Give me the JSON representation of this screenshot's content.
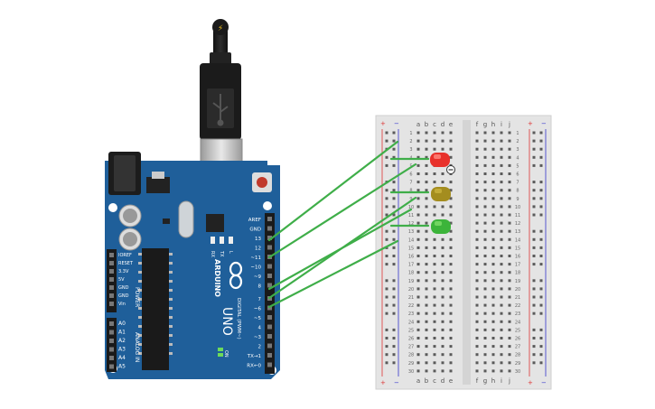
{
  "arduino": {
    "brand": "ARDUINO",
    "model": "UNO",
    "digital_label": "DIGITAL (PWM~)",
    "power_label": "POWER",
    "analog_label": "ANALOG IN",
    "on_label": "ON",
    "rx_label": "RX",
    "tx_label": "TX",
    "l_label": "L",
    "digital_pins": [
      "AREF",
      "GND",
      "13",
      "12",
      "~11",
      "~10",
      "~9",
      "8",
      "7",
      "~6",
      "~5",
      "4",
      "~3",
      "2",
      "TX→1",
      "RX←0"
    ],
    "power_pins": [
      "IOREF",
      "RESET",
      "3.3V",
      "5V",
      "GND",
      "GND",
      "Vin"
    ],
    "analog_pins": [
      "A0",
      "A1",
      "A2",
      "A3",
      "A4",
      "A5"
    ]
  },
  "breadboard": {
    "columns_left": [
      "a",
      "b",
      "c",
      "d",
      "e"
    ],
    "columns_right": [
      "f",
      "g",
      "h",
      "i",
      "j"
    ],
    "rows": [
      "1",
      "2",
      "3",
      "4",
      "5",
      "6",
      "7",
      "8",
      "9",
      "10",
      "11",
      "12",
      "13",
      "14",
      "15",
      "16",
      "17",
      "18",
      "19",
      "20",
      "21",
      "22",
      "23",
      "24",
      "25",
      "26",
      "27",
      "28",
      "29",
      "30"
    ],
    "plus": "+",
    "minus": "−"
  },
  "components": {
    "leds": [
      {
        "name": "red-led",
        "color": "#e8312b"
      },
      {
        "name": "yellow-led",
        "color": "#a48d1f"
      },
      {
        "name": "green-led",
        "color": "#3cb43a"
      }
    ],
    "wire_color": "#3fae49",
    "board_color": "#1f5f9a"
  }
}
